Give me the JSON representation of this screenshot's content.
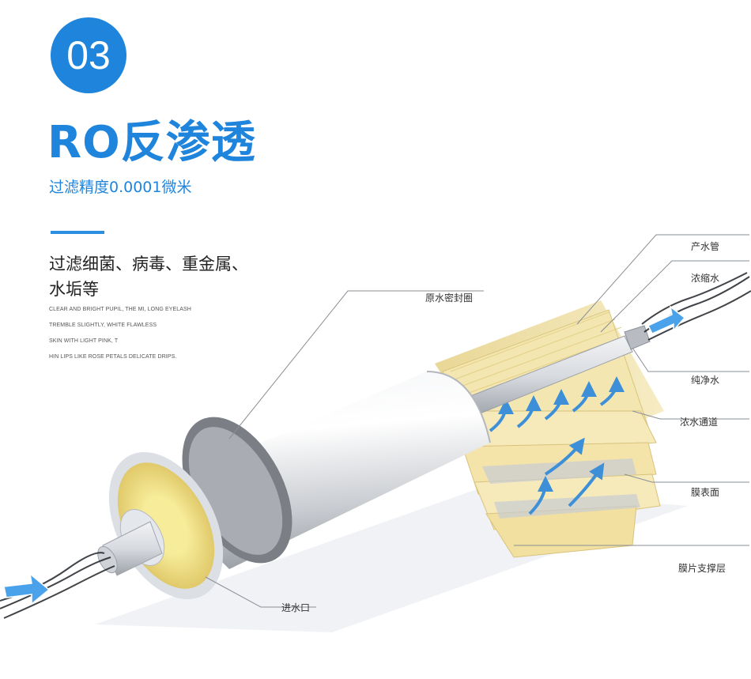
{
  "badge": {
    "number": "03"
  },
  "heading": {
    "title": "RO反渗透",
    "subtitle": "过滤精度0.0001微米"
  },
  "description": {
    "headline_line1": "过滤细菌、病毒、重金属、",
    "headline_line2": "水垢等",
    "small_lines": [
      "CLEAR AND BRIGHT PUPIL, THE MI, LONG EYELASH",
      "TREMBLE SLIGHTLY, WHITE FLAWLESS",
      "SKIN WITH LIGHT PINK, T",
      "HIN LIPS LIKE ROSE PETALS DELICATE DRIPS."
    ]
  },
  "labels": {
    "product_pipe": "产水管",
    "concentrate_water": "浓缩水",
    "raw_water_seal": "原水密封圈",
    "pure_water": "纯净水",
    "concentrate_channel": "浓水通道",
    "membrane_surface": "膜表面",
    "membrane_support": "膜片支撑层",
    "water_inlet": "进水口"
  },
  "colors": {
    "accent": "#1f84dc",
    "membrane": "#f1e2a8",
    "arrow": "#3d8fd8"
  }
}
